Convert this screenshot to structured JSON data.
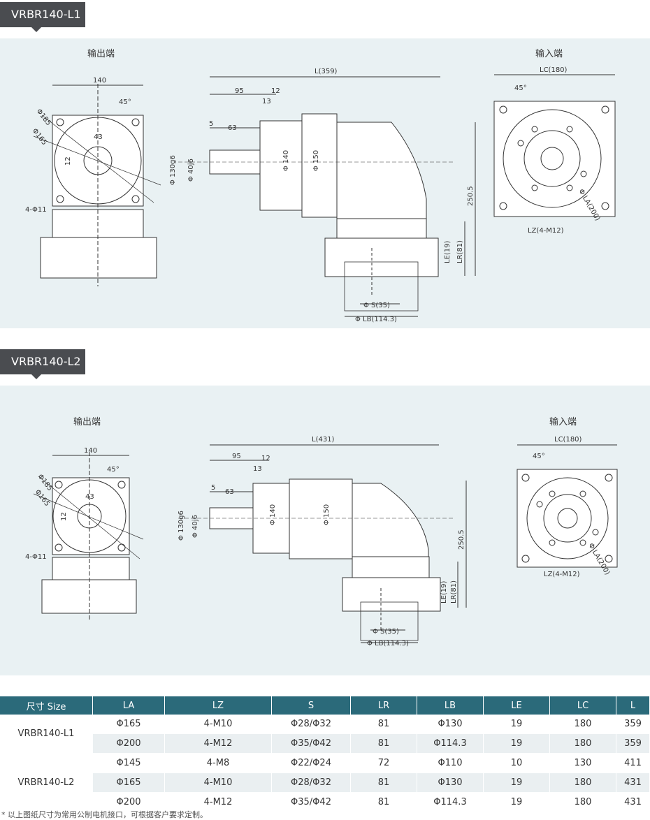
{
  "section1": {
    "tag": "VRBR140-L1",
    "output_label": "输出端",
    "input_label": "输入端",
    "dims": {
      "d140": "140",
      "angle45": "45°",
      "d185": "Φ185",
      "d165": "Φ165",
      "d43": "43",
      "d12v": "12",
      "d4phi11": "4-Φ11",
      "L": "L(359)",
      "d95": "95",
      "d12": "12",
      "d13": "13",
      "d5": "5",
      "d63": "63",
      "phi130": "Φ 130g6",
      "phi40": "Φ 40j6",
      "phi140": "Φ 140",
      "phi150": "Φ 150",
      "d250": "250.5",
      "LE": "LE(19)",
      "LR": "LR(81)",
      "S": "Φ S(35)",
      "LB": "Φ LB(114.3)",
      "LC": "LC(180)",
      "LA": "Φ LA(200)",
      "LZ": "LZ(4-M12)"
    }
  },
  "section2": {
    "tag": "VRBR140-L2",
    "output_label": "输出端",
    "input_label": "输入端",
    "dims": {
      "d140": "140",
      "angle45": "45°",
      "d185": "Φ185",
      "d165": "Φ165",
      "d43": "43",
      "d12v": "12",
      "d4phi11": "4-Φ11",
      "L": "L(431)",
      "d95": "95",
      "d12": "12",
      "d13": "13",
      "d5": "5",
      "d63": "63",
      "phi130": "Φ 130g6",
      "phi40": "Φ 40j6",
      "phi140": "Φ 140",
      "phi150": "Φ 150",
      "d250": "250.5",
      "LE": "LE(19)",
      "LR": "LR(81)",
      "S": "Φ S(35)",
      "LB": "Φ LB(114.3)",
      "LC": "LC(180)",
      "LA": "Φ LA(200)",
      "LZ": "LZ(4-M12)"
    }
  },
  "table": {
    "headers": [
      "尺寸 Size",
      "LA",
      "LZ",
      "S",
      "LR",
      "LB",
      "LE",
      "LC",
      "L"
    ],
    "groups": [
      {
        "model": "VRBR140-L1",
        "rows": [
          [
            "Φ165",
            "4-M10",
            "Φ28/Φ32",
            "81",
            "Φ130",
            "19",
            "180",
            "359"
          ],
          [
            "Φ200",
            "4-M12",
            "Φ35/Φ42",
            "81",
            "Φ114.3",
            "19",
            "180",
            "359"
          ]
        ]
      },
      {
        "model": "VRBR140-L2",
        "rows": [
          [
            "Φ145",
            "4-M8",
            "Φ22/Φ24",
            "72",
            "Φ110",
            "10",
            "130",
            "411"
          ],
          [
            "Φ165",
            "4-M10",
            "Φ28/Φ32",
            "81",
            "Φ130",
            "19",
            "180",
            "431"
          ],
          [
            "Φ200",
            "4-M12",
            "Φ35/Φ42",
            "81",
            "Φ114.3",
            "19",
            "180",
            "431"
          ]
        ]
      }
    ]
  },
  "footnote": "* 以上图纸尺寸为常用公制电机接口，可根据客户要求定制。"
}
